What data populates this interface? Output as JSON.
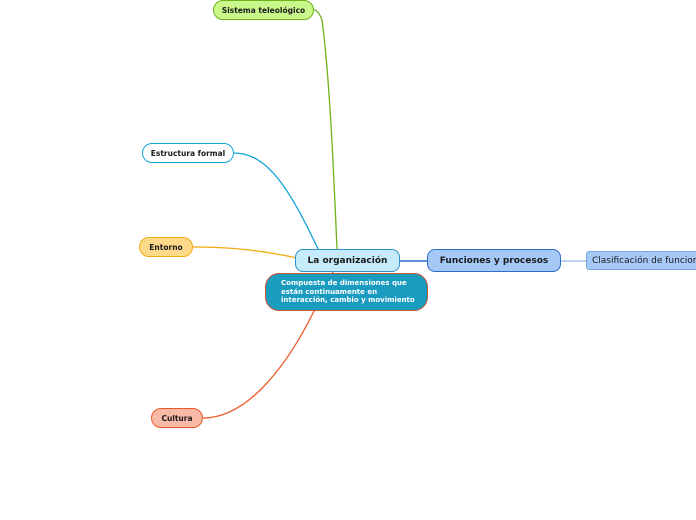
{
  "diagram": {
    "root": {
      "label": "La organización"
    },
    "description": {
      "text": "Compuesta de dimensiones que están continuamente en interacción, cambio y movimiento"
    },
    "branches": {
      "sistema_teleologico": {
        "label": "Sistema teleológico",
        "color": "#6fb11a"
      },
      "estructura_formal": {
        "label": "Estructura formal",
        "color": "#14a4d8"
      },
      "entorno": {
        "label": "Entorno",
        "color": "#f0ac10"
      },
      "cultura": {
        "label": "Cultura",
        "color": "#ec5a28"
      },
      "funciones_procesos": {
        "label": "Funciones y procesos",
        "color": "#2a6ec8"
      }
    },
    "subtopics": {
      "clasificacion": {
        "label": "Clasificación de funciones"
      }
    }
  }
}
